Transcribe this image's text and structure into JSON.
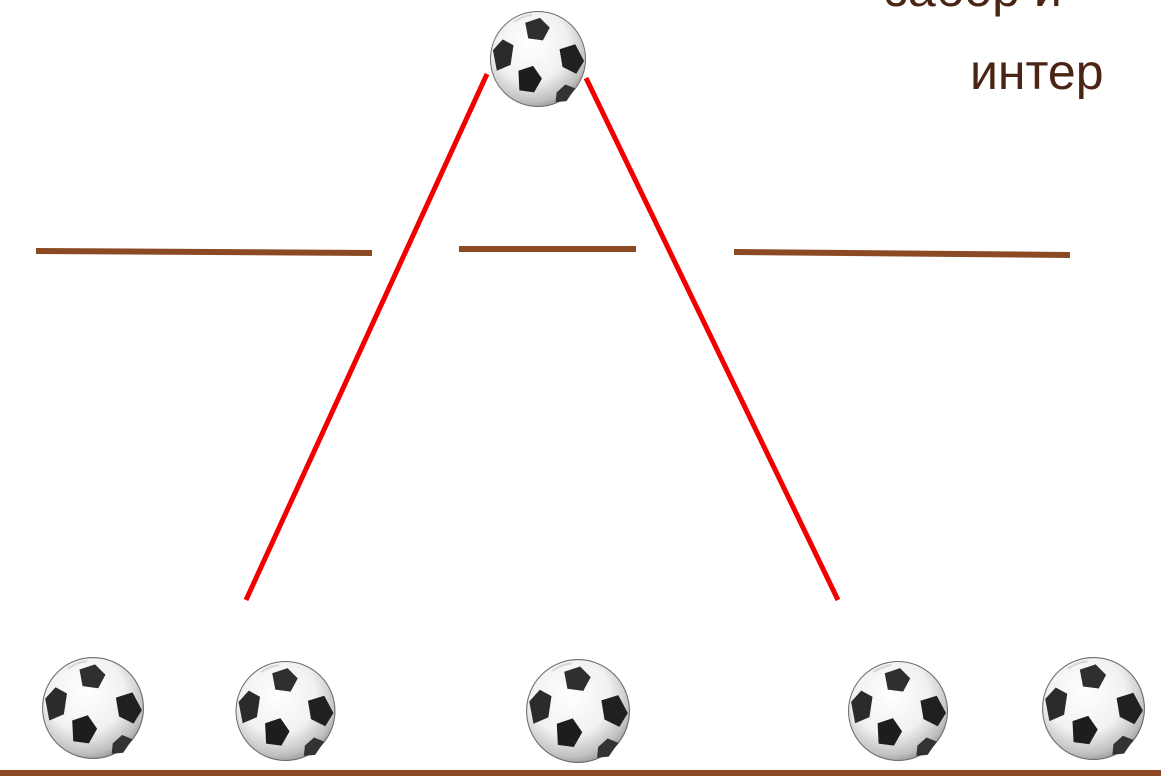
{
  "title": {
    "line1": "забор и",
    "line2": "интер"
  },
  "colors": {
    "rope": "#f20000",
    "bar": "#8b4a24",
    "text": "#4a2415"
  },
  "scene": {
    "top_ball_icon": "soccer-ball-icon",
    "bottom_ball_count": 5,
    "bar_count": 4,
    "rope_count": 2
  }
}
